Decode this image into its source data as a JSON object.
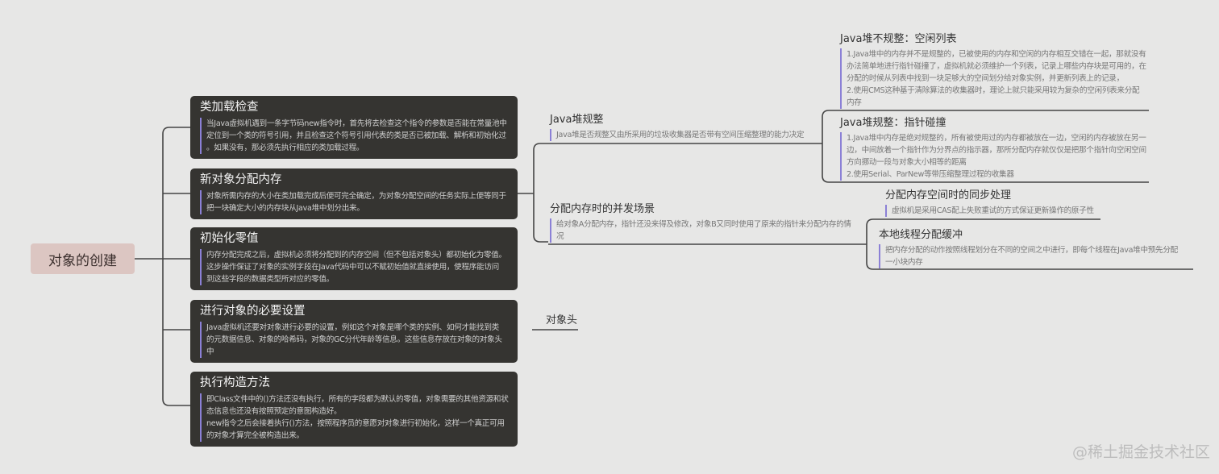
{
  "root": {
    "label": "对象的创建"
  },
  "steps": [
    {
      "title": "类加载检查",
      "desc": "当Java虚拟机遇到一条字节码new指令时，首先将去检查这个指令的参数是否能在常量池中\n定位到一个类的符号引用，并且检查这个符号引用代表的类是否已被加载、解析和初始化过\n。如果没有，那必须先执行相应的类加载过程。"
    },
    {
      "title": "新对象分配内存",
      "desc": "对象所需内存的大小在类加载完成后便可完全确定，为对象分配空间的任务实际上便等同于\n把一块确定大小的内存块从Java堆中划分出来。"
    },
    {
      "title": "初始化零值",
      "desc": "内存分配完成之后，虚拟机必须将分配到的内存空间（但不包括对象头）都初始化为零值。\n这步操作保证了对象的实例字段在Java代码中可以不赋初始值就直接使用，使程序能访问\n到这些字段的数据类型所对应的零值。"
    },
    {
      "title": "进行对象的必要设置",
      "desc": "Java虚拟机还要对对象进行必要的设置，例如这个对象是哪个类的实例、如何才能找到类\n的元数据信息、对象的哈希码，对象的GC分代年龄等信息。这些信息存放在对象的对象头\n中"
    },
    {
      "title": "执行构造方法",
      "desc": "即Class文件中的()方法还没有执行，所有的字段都为默认的零值，对象需要的其他资源和状\n态信息也还没有按照预定的意图构造好。\nnew指令之后会接着执行()方法，按照程序员的意愿对对象进行初始化，这样一个真正可用\n的对象才算完全被构造出来。"
    }
  ],
  "memory": {
    "heap": {
      "title": "Java堆规整",
      "desc": "Java堆是否规整又由所采用的垃圾收集器是否带有空间压缩整理的能力决定"
    },
    "free_list": {
      "title": "Java堆不规整：空闲列表",
      "desc": "1.Java堆中的内存并不是规整的，已被使用的内存和空闲的内存相互交错在一起，那就没有\n办法简单地进行指针碰撞了，虚拟机就必须维护一个列表，记录上哪些内存块是可用的，在\n分配的时候从列表中找到一块足够大的空间划分给对象实例，并更新列表上的记录，\n2.使用CMS这种基于清除算法的收集器时，理论上就只能采用较为复杂的空闲列表来分配\n内存"
    },
    "bump_pointer": {
      "title": "Java堆规整：指针碰撞",
      "desc": "1.Java堆中内存是绝对规整的，所有被使用过的内存都被放在一边，空闲的内存被放在另一\n边，中间放着一个指针作为分界点的指示器，那所分配内存就仅仅是把那个指针向空闲空间\n方向挪动一段与对象大小相等的距离\n2.使用Serial、ParNew等带压缩整理过程的收集器"
    },
    "concurrency": {
      "title": "分配内存时的并发场景",
      "desc": "给对象A分配内存，指针还没来得及修改，对象B又同时使用了原来的指针来分配内存的情\n况"
    },
    "sync": {
      "title": "分配内存空间时的同步处理",
      "desc": "虚拟机是采用CAS配上失败重试的方式保证更新操作的原子性"
    },
    "tlab": {
      "title": "本地线程分配缓冲",
      "desc": "把内存分配的动作按照线程划分在不同的空间之中进行，即每个线程在Java堆中预先分配\n一小块内存"
    }
  },
  "object_header": {
    "label": "对象头"
  },
  "watermark": "@稀土掘金技术社区",
  "colors": {
    "background": "#e7e7e6",
    "root": "#dcc6c2",
    "card": "#353431",
    "accent_bar": "#8b80d6",
    "line": "#454545"
  }
}
